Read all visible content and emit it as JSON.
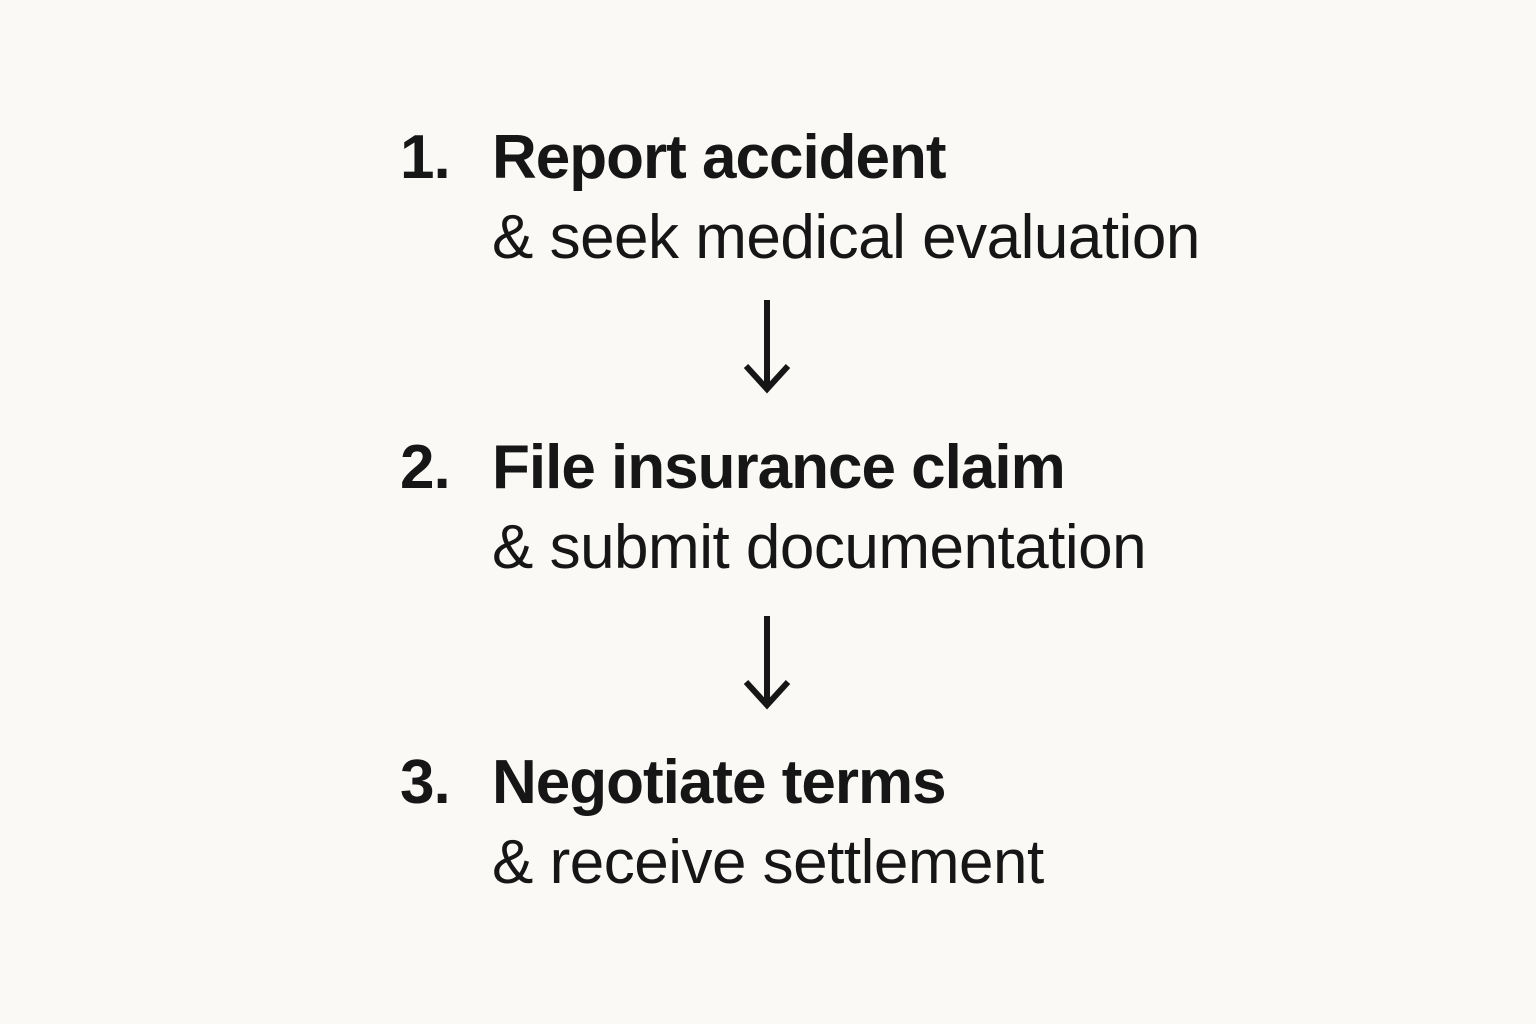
{
  "page": {
    "background_color": "#faf9f6",
    "text_color": "#161616",
    "kind": "numbered process flow diagram"
  },
  "steps": [
    {
      "number": "1.",
      "title": "Report accident",
      "subtitle": "& seek medical evaluation"
    },
    {
      "number": "2.",
      "title": "File insurance claim",
      "subtitle": "& submit documentation"
    },
    {
      "number": "3.",
      "title": "Negotiate terms",
      "subtitle": "& receive settlement"
    }
  ],
  "arrows": [
    {
      "icon": "down-arrow"
    },
    {
      "icon": "down-arrow"
    }
  ]
}
